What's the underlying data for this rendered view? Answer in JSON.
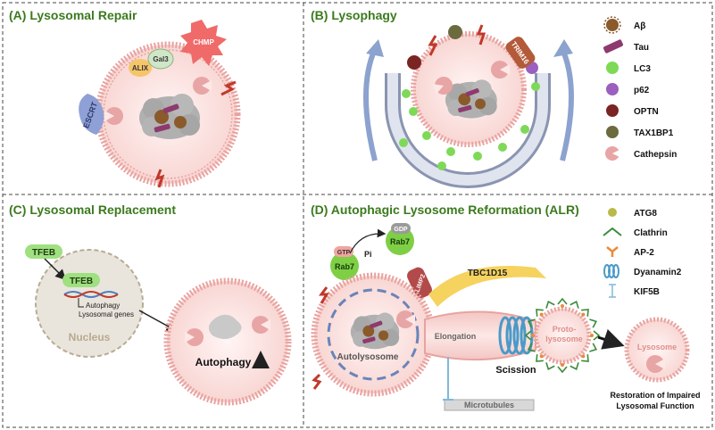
{
  "panels": {
    "a": {
      "title": "(A) Lysosomal Repair",
      "escrt": "ESCRT",
      "alix": "ALIX",
      "gal3": "Gal3",
      "chmp": "CHMP"
    },
    "b": {
      "title": "(B) Lysophagy",
      "trim16": "TRIM16"
    },
    "c": {
      "title": "(C) Lysosomal Replacement",
      "tfeb_out": "TFEB",
      "tfeb_in": "TFEB",
      "genes_line1": "Autophagy",
      "genes_line2": "Lysosomal genes",
      "nucleus": "Nucleus",
      "autophagy": "Autophagy"
    },
    "d": {
      "title": "(D) Autophagic Lysosome Reformation (ALR)",
      "gtp": "GTP",
      "gdp": "GDP",
      "rab7_a": "Rab7",
      "rab7_b": "Rab7",
      "pi": "Pi",
      "limp2": "LIMP2",
      "tbc1d15": "TBC1D15",
      "autolysosome": "Autolysosome",
      "elongation": "Elongation",
      "scission": "Scission",
      "proto1": "Proto-",
      "proto2": "lysosome",
      "microtubules": "Microtubules",
      "lysosome": "Lysosome",
      "restoration1": "Restoration of Impaired",
      "restoration2": "Lysosomal Function"
    }
  },
  "legend_top": [
    {
      "label": "Aβ",
      "icon": "abeta-icon",
      "color": "#8b5a2b"
    },
    {
      "label": "Tau",
      "icon": "tau-icon",
      "color": "#8e3a6e"
    },
    {
      "label": "LC3",
      "icon": "lc3-dot-icon",
      "color": "#7ed957"
    },
    {
      "label": "p62",
      "icon": "p62-dot-icon",
      "color": "#9b5fc0"
    },
    {
      "label": "OPTN",
      "icon": "optn-dot-icon",
      "color": "#7a2424"
    },
    {
      "label": "TAX1BP1",
      "icon": "tax1bp1-dot-icon",
      "color": "#6b6b3e"
    },
    {
      "label": "Cathepsin",
      "icon": "cathepsin-icon",
      "color": "#e8a5a5"
    }
  ],
  "legend_bottom": [
    {
      "label": "ATG8",
      "icon": "atg8-dot-icon",
      "color": "#b9b94a"
    },
    {
      "label": "Clathrin",
      "icon": "clathrin-icon",
      "color": "#3b8b3b"
    },
    {
      "label": "AP-2",
      "icon": "ap2-icon",
      "color": "#e98a3a"
    },
    {
      "label": "Dyanamin2",
      "icon": "dynamin2-icon",
      "color": "#4a9ac8"
    },
    {
      "label": "KIF5B",
      "icon": "kif5b-icon",
      "color": "#7fb8dc"
    }
  ],
  "colors": {
    "title": "#3c7a1e",
    "membrane": "#e8a3a0",
    "lumen": "#fbe3e1",
    "dash": "#555555"
  }
}
